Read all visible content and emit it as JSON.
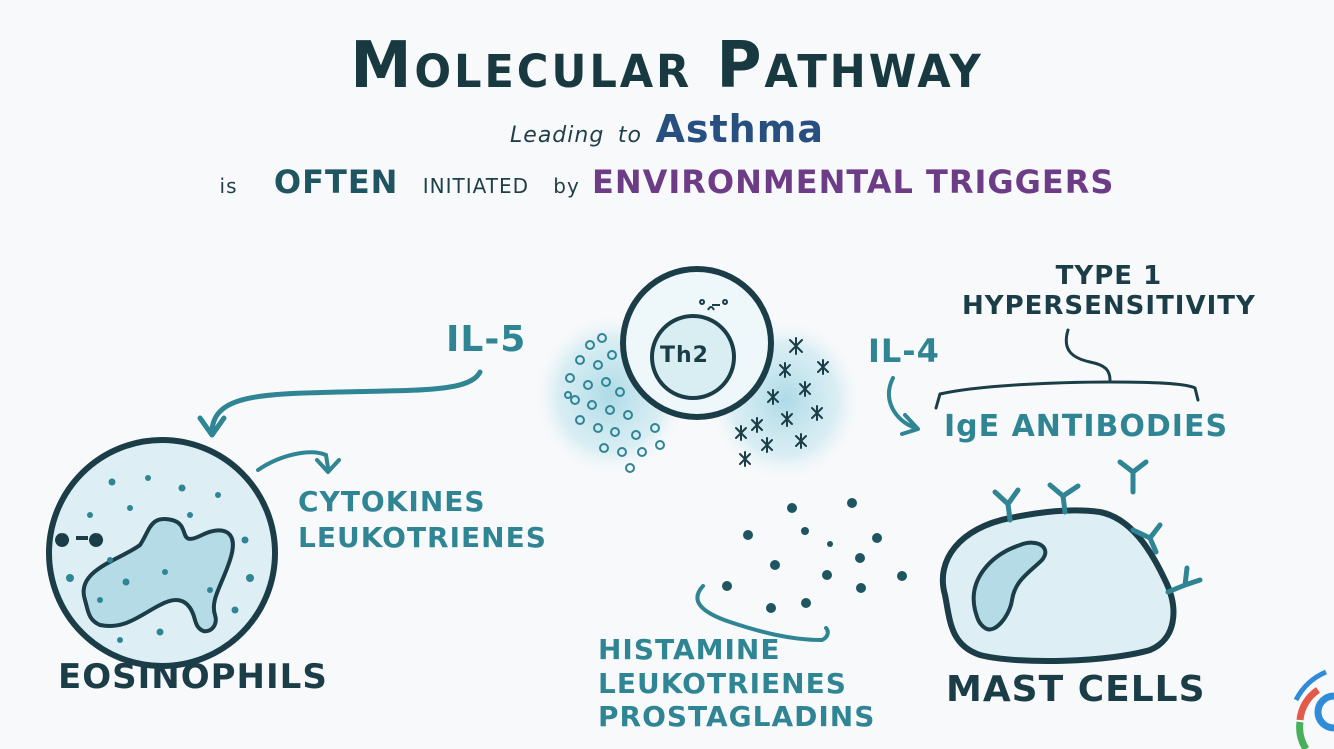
{
  "title": "Molecular Pathway",
  "subtitle": {
    "leading": "Leading",
    "to": "to",
    "asthma": "Asthma"
  },
  "subtitle2": {
    "is": "is",
    "often": "OFTEN",
    "initiated": "INITIATED",
    "by": "by",
    "triggers": "ENVIRONMENTAL TRIGGERS"
  },
  "labels": {
    "il5": "IL-5",
    "il4": "IL-4",
    "th2": "Th2",
    "type1_line1": "TYPE 1",
    "type1_line2": "HYPERSENSITIVITY",
    "ige": "IgE ANTIBODIES",
    "cytokines": "CYTOKINES",
    "leukotrienes_eos": "LEUKOTRIENES",
    "eosinophils": "EOSINOPHILS",
    "histamine": "HISTAMINE",
    "leukotrienes_mast": "LEUKOTRIENES",
    "prostagladins": "PROSTAGLADINS",
    "mast_cells": "MAST CELLS"
  },
  "colors": {
    "teal": "#2f8594",
    "dark": "#1b3d47",
    "asthma_blue": "#274f80",
    "trigger_purple": "#6c3c86",
    "cell_fill": "#d9eef3",
    "haze": "#bfe3ec"
  }
}
